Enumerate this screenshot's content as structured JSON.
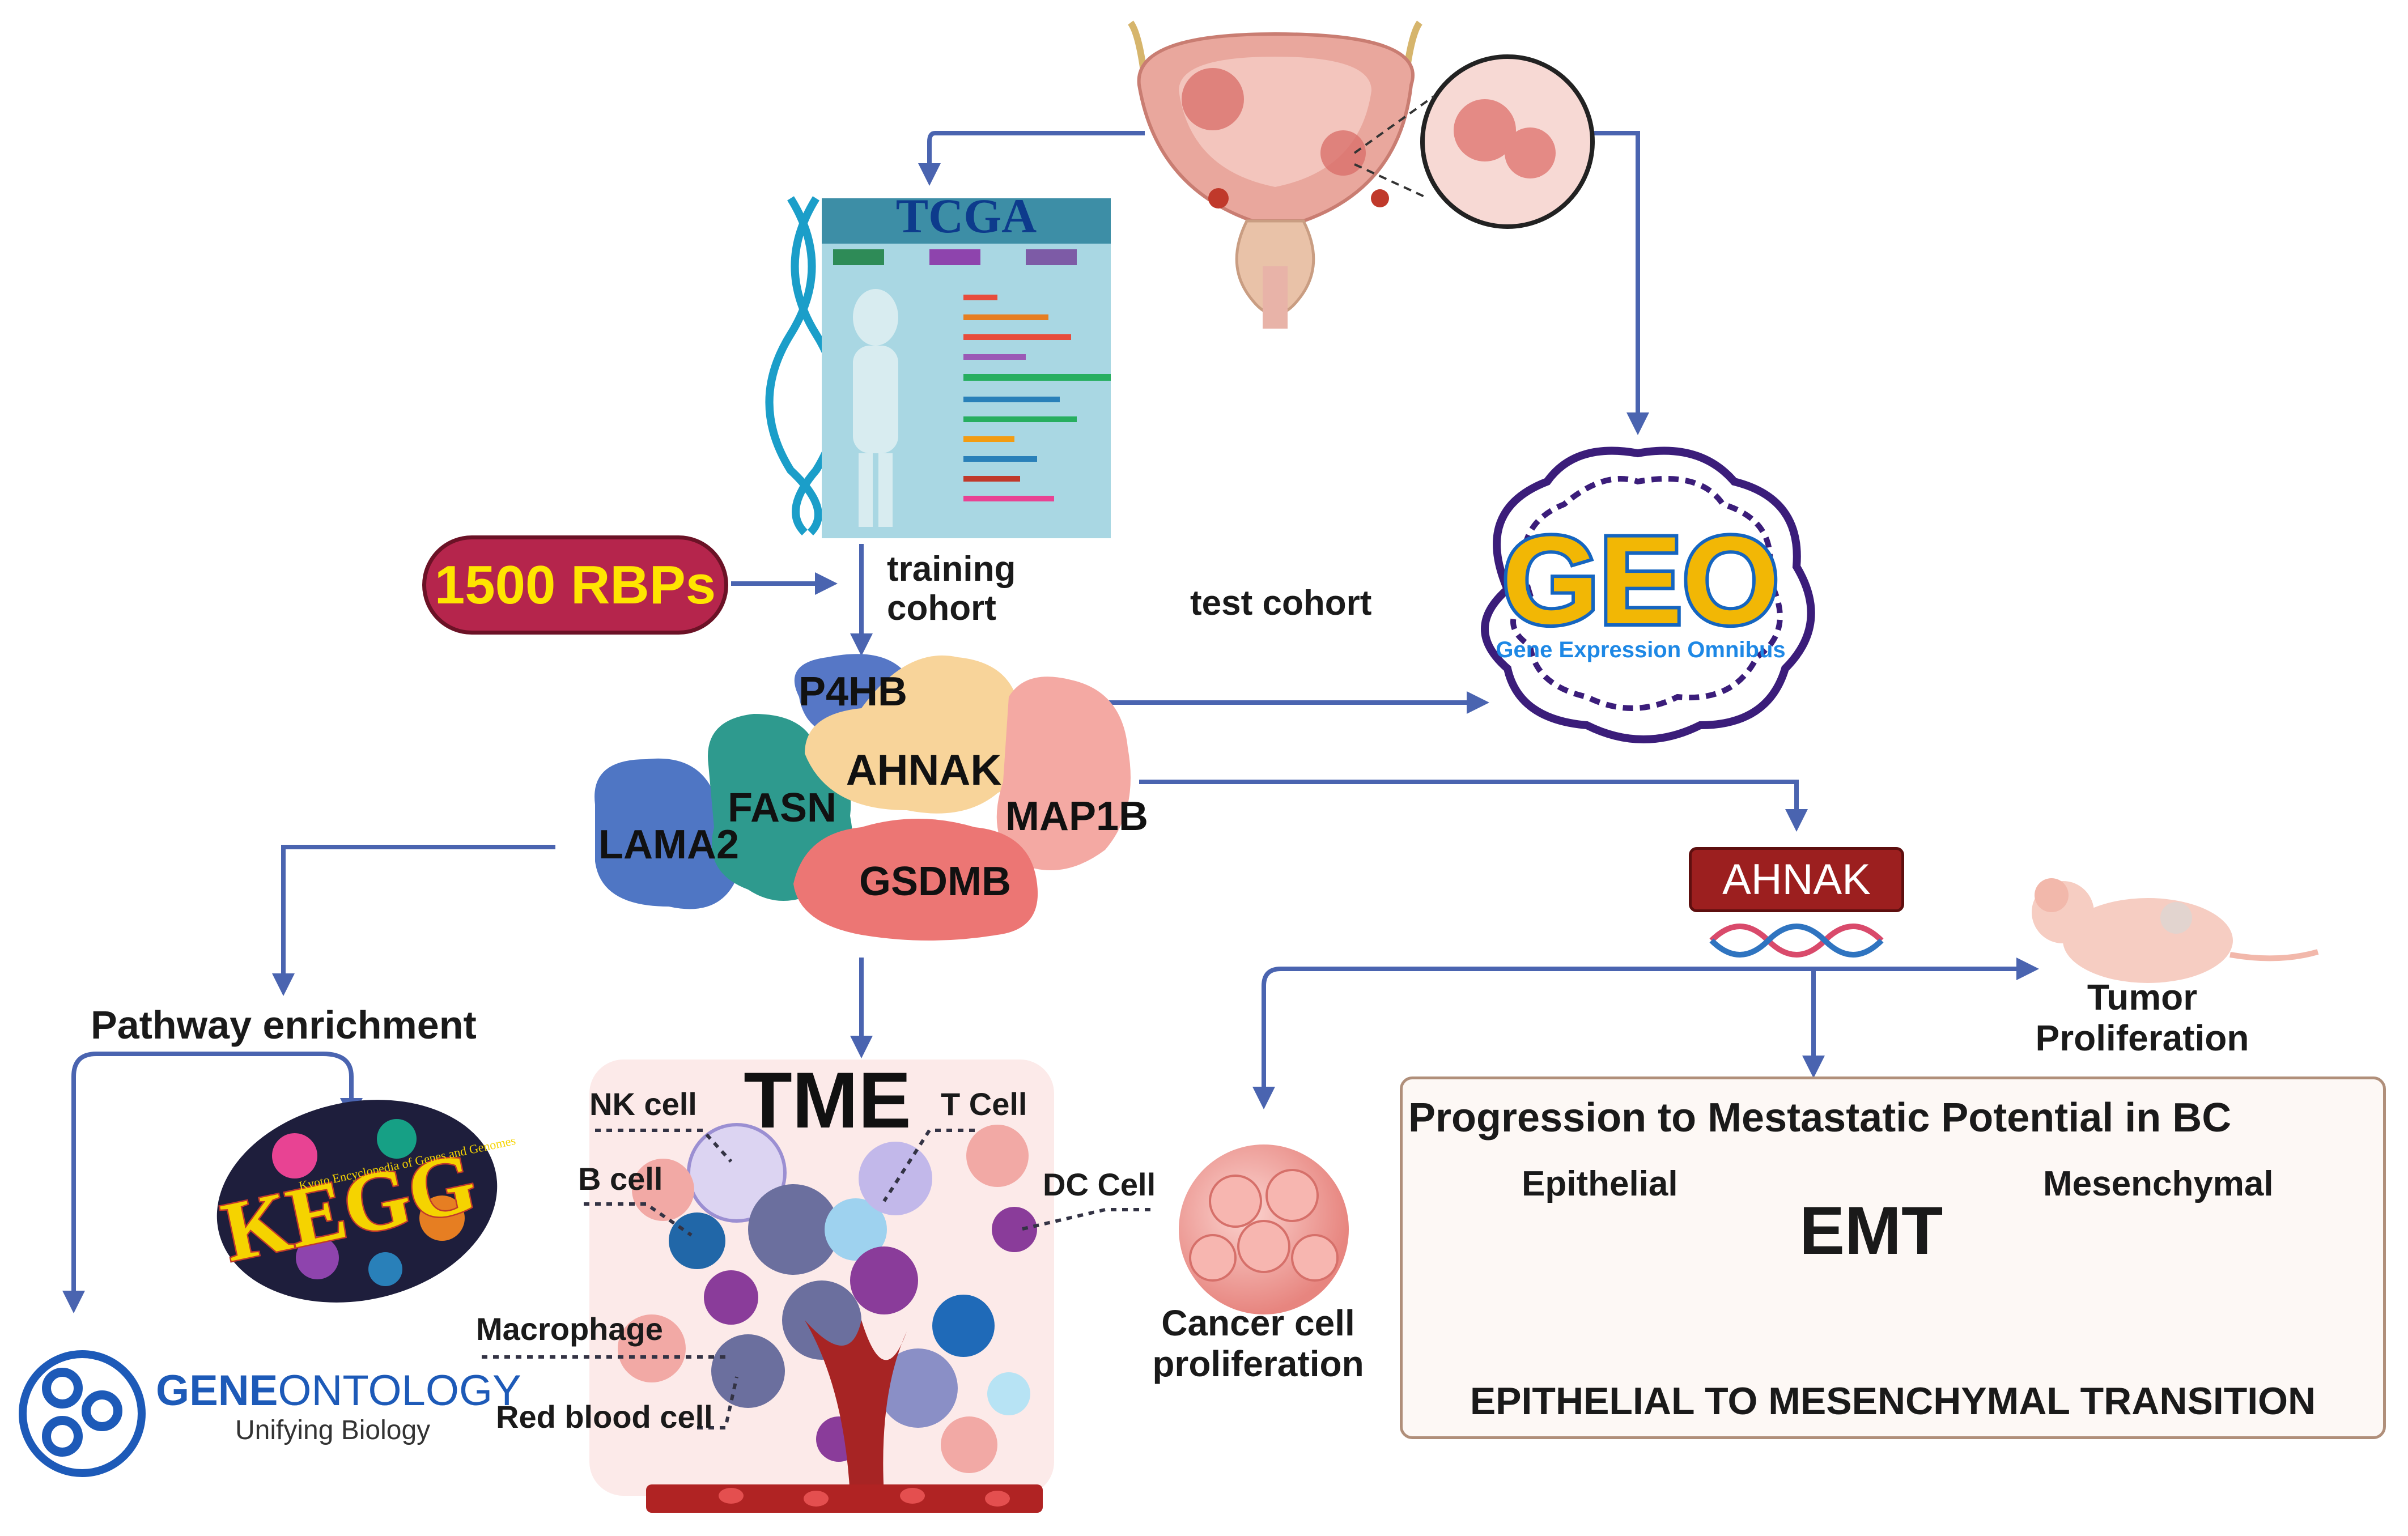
{
  "rbps": "1500  RBPs",
  "tcga": {
    "title": "TCGA"
  },
  "training_label": "training\ncohort",
  "test_label": "test cohort",
  "geo": {
    "logo": "GEO",
    "full_name": "Gene Expression Omnibus"
  },
  "proteins": [
    "P4HB",
    "AHNAK",
    "FASN",
    "MAP1B",
    "LAMA2",
    "GSDMB"
  ],
  "ahnak_box": "AHNAK",
  "pathway_label": "Pathway enrichment",
  "kegg": {
    "logo": "KEGG",
    "subtitle": "Kyoto Encyclopedia of Genes and Genomes"
  },
  "go": {
    "name_bold": "GENE",
    "name_rest": "ONTOLOGY",
    "tagline": "Unifying Biology"
  },
  "tme": {
    "title": "TME",
    "cells": [
      "NK cell",
      "T Cell",
      "B cell",
      "DC Cell",
      "Macrophage",
      "Red blood cell"
    ]
  },
  "cancer_label": "Cancer cell\nproliferation",
  "tumor_label": "Tumor\nProliferation",
  "emt_panel": {
    "title": "Progression to Mestastatic Potential in BC",
    "left_label": "Epithelial",
    "right_label": "Mesenchymal",
    "center": "EMT",
    "footer": "EPITHELIAL TO MESENCHYMAL TRANSITION"
  },
  "colors": {
    "arrow": "#4a64b0",
    "rbps_fill": "#b5254c",
    "rbps_text": "#ffe500",
    "ahnak_fill": "#9c1f1f",
    "emt_arrow": "#a01818"
  }
}
